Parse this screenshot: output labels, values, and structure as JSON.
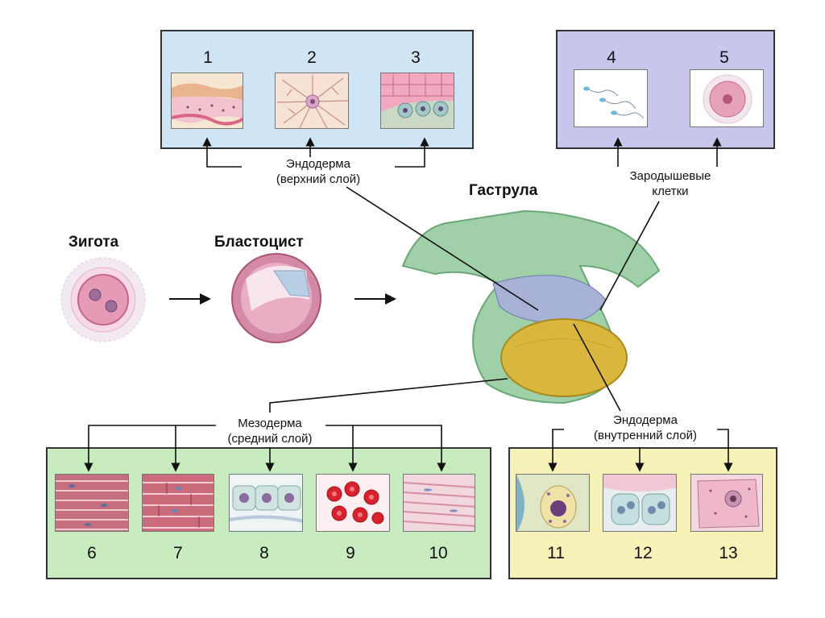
{
  "titles": {
    "zygote": "Зигота",
    "blastocyst": "Бластоцист",
    "gastrula": "Гаструла"
  },
  "labels": {
    "ectoderm_line1": "Эндодерма",
    "ectoderm_line2": "(верхний слой)",
    "germ_line1": "Зародышевые",
    "germ_line2": "клетки",
    "mesoderm_line1": "Мезодерма",
    "mesoderm_line2": "(средний слой)",
    "endoderm_line1": "Эндодерма",
    "endoderm_line2": "(внутренний слой)"
  },
  "numbers": {
    "n1": "1",
    "n2": "2",
    "n3": "3",
    "n4": "4",
    "n5": "5",
    "n6": "6",
    "n7": "7",
    "n8": "8",
    "n9": "9",
    "n10": "10",
    "n11": "11",
    "n12": "12",
    "n13": "13"
  },
  "colors": {
    "top_left_box": "#cfe4f4",
    "top_right_box": "#c9c6ee",
    "bottom_left_box": "#c8ecc0",
    "bottom_right_box": "#f7f2b8",
    "gastrula_green": "#9fd0a8",
    "yolk": "#d9b63c",
    "cell_pink": "#e8a5c0"
  }
}
